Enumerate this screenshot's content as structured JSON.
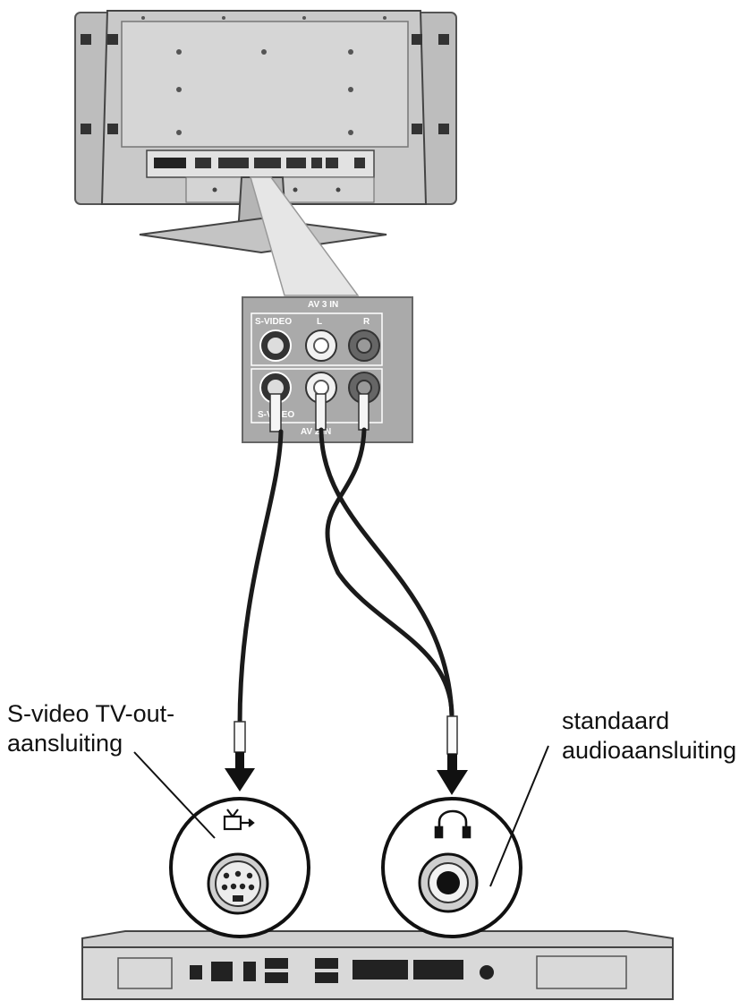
{
  "labels": {
    "svideo_line1": "S-video TV-out-",
    "svideo_line2": "aansluiting",
    "audio_line1": "standaard",
    "audio_line2": "audioaansluiting"
  },
  "panel": {
    "top_title": "AV 3 IN",
    "top_svideo": "S-VIDEO",
    "top_left": "L",
    "top_right": "R",
    "bottom_svideo": "S-VIDEO",
    "bottom_title": "AV 2 IN"
  },
  "icons": {
    "tv_out": "tv-out-icon",
    "headphone": "headphone-icon"
  },
  "colors": {
    "device_gray": "#cfcfcf",
    "panel_gray": "#a9a9a9",
    "cable": "#1a1a1a",
    "arrow": "#111111"
  }
}
